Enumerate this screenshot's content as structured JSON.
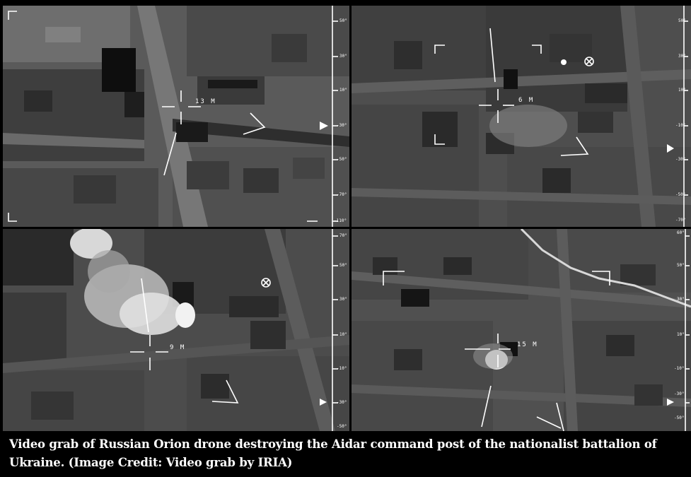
{
  "panels": [
    {
      "range_label": "13 M",
      "scale_ticks": [
        "50°",
        "30°",
        "10°",
        "-30°",
        "-50°",
        "-70°",
        "-110°"
      ]
    },
    {
      "range_label": "6 M",
      "scale_ticks": [
        "50°",
        "30°",
        "10°",
        "-10°",
        "-30°",
        "-50°",
        "-70°"
      ]
    },
    {
      "range_label": "9 M",
      "scale_ticks": [
        "70°",
        "50°",
        "30°",
        "10°",
        "-10°",
        "-30°",
        "-50°"
      ]
    },
    {
      "range_label": "15 M",
      "scale_ticks": [
        "60°",
        "50°",
        "30°",
        "10°",
        "-10°",
        "-30°",
        "-50°"
      ]
    }
  ],
  "caption": {
    "text": "Video grab of Russian Orion drone destroying the Aidar command post of the nationalist battalion of Ukraine. (Image Credit: Video grab by IRIA)"
  },
  "colors": {
    "background": "#000000",
    "caption_text": "#ffffff",
    "hud": "#ffffff"
  }
}
